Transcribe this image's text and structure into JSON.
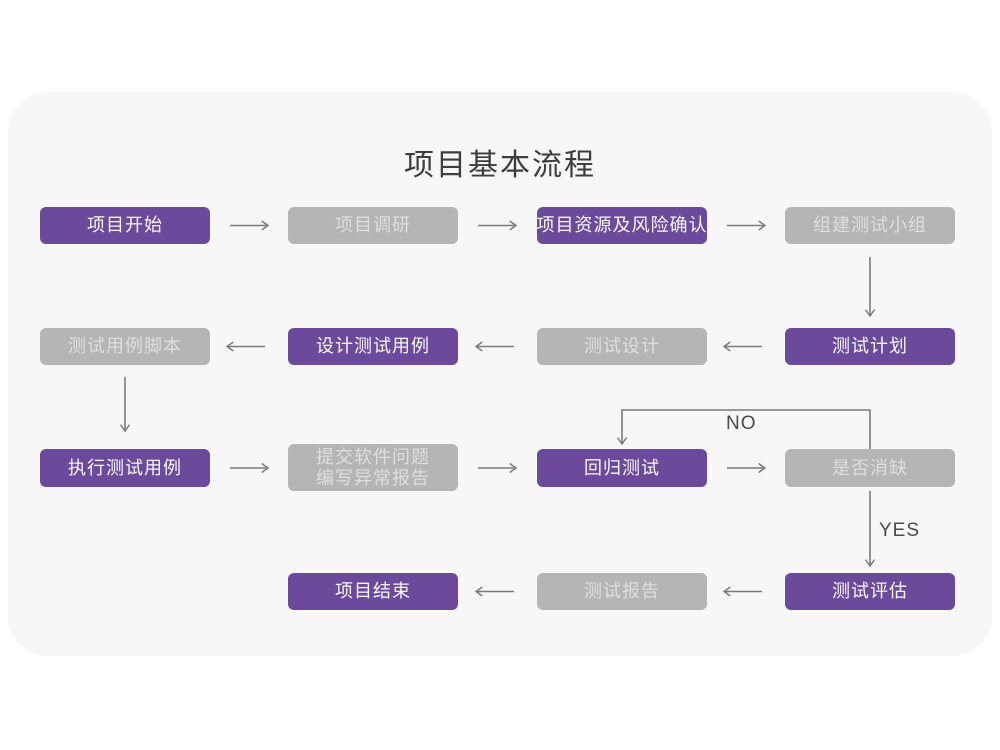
{
  "title": "项目基本流程",
  "colors": {
    "accent_purple": "#6b4a9b",
    "node_gray": "#b5b5b5",
    "card_background": "#f7f7f7",
    "arrow": "#7a7a7a",
    "title_text": "#3d3d3d"
  },
  "edge_labels": {
    "no": "NO",
    "yes": "YES"
  },
  "nodes": [
    {
      "label": "项目开始",
      "variant": "purple"
    },
    {
      "label": "项目调研",
      "variant": "gray"
    },
    {
      "label": "项目资源及风险确认",
      "variant": "purple"
    },
    {
      "label": "组建测试小组",
      "variant": "gray"
    },
    {
      "label": "测试计划",
      "variant": "purple"
    },
    {
      "label": "测试设计",
      "variant": "gray"
    },
    {
      "label": "设计测试用例",
      "variant": "purple"
    },
    {
      "label": "测试用例脚本",
      "variant": "gray"
    },
    {
      "label": "执行测试用例",
      "variant": "purple"
    },
    {
      "label": "提交软件问题",
      "label2": "编写异常报告",
      "variant": "gray"
    },
    {
      "label": "回归测试",
      "variant": "purple"
    },
    {
      "label": "是否消缺",
      "variant": "gray"
    },
    {
      "label": "测试评估",
      "variant": "purple"
    },
    {
      "label": "测试报告",
      "variant": "gray"
    },
    {
      "label": "项目结束",
      "variant": "purple"
    }
  ],
  "edges": [
    {
      "from": "项目开始",
      "to": "项目调研"
    },
    {
      "from": "项目调研",
      "to": "项目资源及风险确认"
    },
    {
      "from": "项目资源及风险确认",
      "to": "组建测试小组"
    },
    {
      "from": "组建测试小组",
      "to": "测试计划"
    },
    {
      "from": "测试计划",
      "to": "测试设计"
    },
    {
      "from": "测试设计",
      "to": "设计测试用例"
    },
    {
      "from": "设计测试用例",
      "to": "测试用例脚本"
    },
    {
      "from": "测试用例脚本",
      "to": "执行测试用例"
    },
    {
      "from": "执行测试用例",
      "to": "提交软件问题编写异常报告"
    },
    {
      "from": "提交软件问题编写异常报告",
      "to": "回归测试"
    },
    {
      "from": "回归测试",
      "to": "是否消缺"
    },
    {
      "from": "是否消缺",
      "to": "回归测试",
      "label": "NO"
    },
    {
      "from": "是否消缺",
      "to": "测试评估",
      "label": "YES"
    },
    {
      "from": "测试评估",
      "to": "测试报告"
    },
    {
      "from": "测试报告",
      "to": "项目结束"
    }
  ]
}
